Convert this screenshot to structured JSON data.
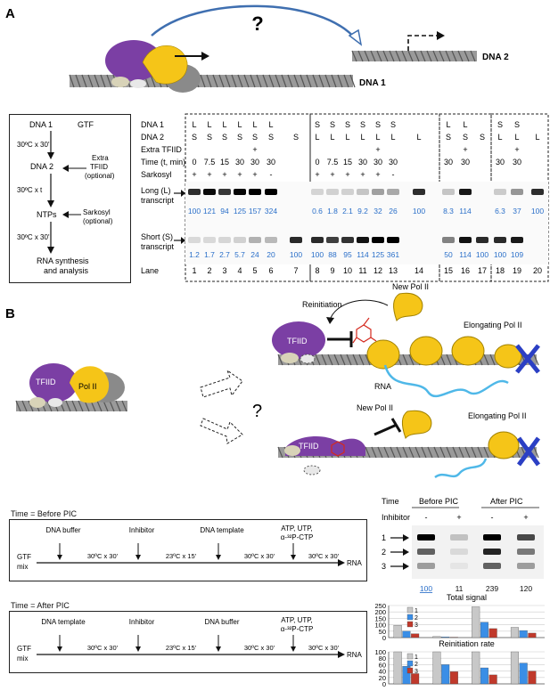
{
  "panel_a": {
    "label": "A",
    "question": "?",
    "dna1_label": "DNA 1",
    "dna2_label": "DNA 2",
    "flow": {
      "dna1": "DNA 1",
      "gtf": "GTF",
      "step1": "30ºC x 30'",
      "dna2": "DNA 2",
      "extra_tfiid": "Extra TFIID (optional)",
      "step2": "30ºC x t",
      "ntps": "NTPs",
      "sarkosyl": "Sarkosyl (optional)",
      "step3": "30ºC x 30'",
      "result": "RNA synthesis and analysis"
    },
    "row_labels": {
      "dna1": "DNA 1",
      "dna2": "DNA 2",
      "extra_tfiid": "Extra TFIID",
      "time": "Time (t, min)",
      "sarkosyl": "Sarkosyl"
    },
    "long_label": "Long (L) transcript",
    "short_label": "Short (S) transcript",
    "lane_label": "Lane",
    "lanes": [
      {
        "lane": "1",
        "dna1": "L",
        "dna2": "S",
        "tfiid": "",
        "time": "0",
        "sark": "+",
        "long": "100",
        "short": "1.2"
      },
      {
        "lane": "2",
        "dna1": "L",
        "dna2": "S",
        "tfiid": "",
        "time": "7.5",
        "sark": "+",
        "long": "121",
        "short": "1.7"
      },
      {
        "lane": "3",
        "dna1": "L",
        "dna2": "S",
        "tfiid": "",
        "time": "15",
        "sark": "+",
        "long": "94",
        "short": "2.7"
      },
      {
        "lane": "4",
        "dna1": "L",
        "dna2": "S",
        "tfiid": "",
        "time": "30",
        "sark": "+",
        "long": "125",
        "short": "5.7"
      },
      {
        "lane": "5",
        "dna1": "L",
        "dna2": "S",
        "tfiid": "+",
        "time": "30",
        "sark": "+",
        "long": "157",
        "short": "24"
      },
      {
        "lane": "6",
        "dna1": "L",
        "dna2": "S",
        "tfiid": "",
        "time": "30",
        "sark": "-",
        "long": "324",
        "short": "20"
      },
      {
        "lane": "7",
        "dna1": "",
        "dna2": "S",
        "tfiid": "",
        "time": "",
        "sark": "",
        "long": "",
        "short": "100"
      },
      {
        "lane": "8",
        "dna1": "S",
        "dna2": "L",
        "tfiid": "",
        "time": "0",
        "sark": "+",
        "long": "0.6",
        "short": "100"
      },
      {
        "lane": "9",
        "dna1": "S",
        "dna2": "L",
        "tfiid": "",
        "time": "7.5",
        "sark": "+",
        "long": "1.8",
        "short": "88"
      },
      {
        "lane": "10",
        "dna1": "S",
        "dna2": "L",
        "tfiid": "",
        "time": "15",
        "sark": "+",
        "long": "2.1",
        "short": "95"
      },
      {
        "lane": "11",
        "dna1": "S",
        "dna2": "L",
        "tfiid": "",
        "time": "30",
        "sark": "+",
        "long": "9.2",
        "short": "114"
      },
      {
        "lane": "12",
        "dna1": "S",
        "dna2": "L",
        "tfiid": "+",
        "time": "30",
        "sark": "+",
        "long": "32",
        "short": "125"
      },
      {
        "lane": "13",
        "dna1": "S",
        "dna2": "L",
        "tfiid": "",
        "time": "30",
        "sark": "-",
        "long": "26",
        "short": "361"
      },
      {
        "lane": "14",
        "dna1": "",
        "dna2": "L",
        "tfiid": "",
        "time": "",
        "sark": "",
        "long": "100",
        "short": ""
      },
      {
        "lane": "15",
        "dna1": "L",
        "dna2": "S",
        "tfiid": "",
        "time": "30",
        "sark": "",
        "long": "8.3",
        "short": "50"
      },
      {
        "lane": "16",
        "dna1": "L",
        "dna2": "S",
        "tfiid": "+",
        "time": "30",
        "sark": "",
        "long": "114",
        "short": "114"
      },
      {
        "lane": "17",
        "dna1": "",
        "dna2": "S",
        "tfiid": "",
        "time": "",
        "sark": "",
        "long": "",
        "short": "100"
      },
      {
        "lane": "18",
        "dna1": "S",
        "dna2": "L",
        "tfiid": "",
        "time": "30",
        "sark": "",
        "long": "6.3",
        "short": "100"
      },
      {
        "lane": "19",
        "dna1": "S",
        "dna2": "L",
        "tfiid": "+",
        "time": "30",
        "sark": "",
        "long": "37",
        "short": "109"
      },
      {
        "lane": "20",
        "dna1": "",
        "dna2": "L",
        "tfiid": "",
        "time": "",
        "sark": "",
        "long": "100",
        "short": ""
      }
    ]
  },
  "panel_b": {
    "label": "B",
    "question": "?",
    "reinitiation": "Reinitiation",
    "new_pol_top": "New Pol II",
    "new_pol_bottom": "New Pol II",
    "elongating_top": "Elongating Pol II",
    "elongating_bottom": "Elongating Pol II",
    "tfiid_left": "TFIID",
    "pol_left": "Pol II",
    "tfiid_top": "TFIID",
    "tfiid_bottom": "TFIID",
    "rna": "RNA",
    "before_title": "Time = Before PIC",
    "before_steps": [
      "DNA buffer",
      "Inhibitor",
      "DNA template",
      "ATP, UTP, α-³²P-CTP"
    ],
    "after_title": "Time = After PIC",
    "after_steps": [
      "DNA template",
      "Inhibitor",
      "DNA buffer",
      "ATP, UTP, α-³²P-CTP"
    ],
    "incubations": [
      "30ºC x 30'",
      "23ºC x 15'",
      "30ºC x 30'",
      "30ºC x 30'"
    ],
    "gtf_mix": "GTF mix",
    "rna_out": "RNA",
    "gel": {
      "time_label": "Time",
      "before_pic": "Before PIC",
      "after_pic": "After PIC",
      "inhibitor_label": "Inhibitor",
      "signs": [
        "-",
        "+",
        "-",
        "+"
      ],
      "bands": [
        "1",
        "2",
        "3"
      ],
      "quant": [
        "100",
        "11",
        "239",
        "120"
      ]
    }
  },
  "chart_data": [
    {
      "type": "bar",
      "title": "Total signal",
      "categories": [
        "Before PIC -",
        "Before PIC +",
        "After PIC -",
        "After PIC +"
      ],
      "series": [
        {
          "name": "1",
          "values": [
            95,
            8,
            240,
            80
          ]
        },
        {
          "name": "2",
          "values": [
            50,
            5,
            120,
            55
          ]
        },
        {
          "name": "3",
          "values": [
            30,
            3,
            70,
            35
          ]
        }
      ],
      "ylim": [
        0,
        250
      ],
      "yticks": [
        "0",
        "50",
        "100",
        "150",
        "200",
        "250"
      ],
      "colors": [
        "#c8c8c8",
        "#3a8ee6",
        "#c0392b"
      ],
      "grid": true,
      "legend": "top-left"
    },
    {
      "type": "bar",
      "title": "Reinitiation rate",
      "categories": [
        "Before PIC -",
        "Before PIC +",
        "After PIC -",
        "After PIC +"
      ],
      "series": [
        {
          "name": "1",
          "values": [
            100,
            100,
            100,
            100
          ]
        },
        {
          "name": "2",
          "values": [
            55,
            60,
            50,
            65
          ]
        },
        {
          "name": "3",
          "values": [
            32,
            38,
            28,
            40
          ]
        }
      ],
      "ylim": [
        0,
        100
      ],
      "yticks": [
        "0",
        "20",
        "40",
        "60",
        "80",
        "100"
      ],
      "colors": [
        "#c8c8c8",
        "#3a8ee6",
        "#c0392b"
      ],
      "grid": true,
      "legend": "top-left"
    }
  ],
  "colors": {
    "tfiid": "#7b3fa4",
    "pol": "#f5c518",
    "gray_factor": "#8a8a8a",
    "quant_blue": "#2a6fc9",
    "rna": "#4fb8e8",
    "inhibitor": "#d42a1f",
    "block": "#2b3fc4"
  }
}
